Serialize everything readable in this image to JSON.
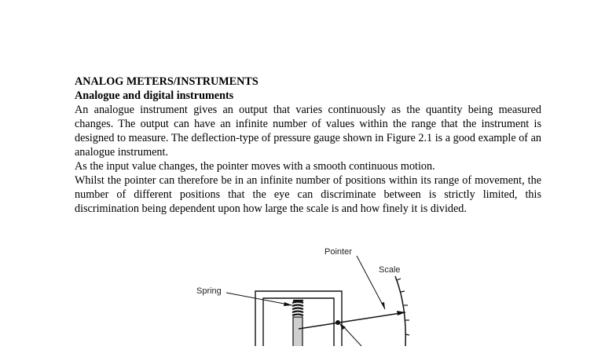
{
  "document": {
    "heading": "ANALOG METERS/INSTRUMENTS",
    "subheading": "Analogue and digital instruments",
    "paragraphs": [
      "An analogue instrument gives an output that varies continuously as the quantity being measured changes. The output can have an infinite number of values within the range that the instrument is designed to measure. The deflection-type of pressure gauge shown in Figure 2.1 is a good example of an analogue instrument.",
      "As the input value changes, the pointer moves with a smooth continuous motion.",
      "Whilst the pointer can therefore be in an infinite number of positions within its range of movement, the number of different positions that the eye can discriminate between is strictly limited, this discrimination being dependent upon how large the scale is and how finely it is divided."
    ]
  },
  "figure": {
    "labels": {
      "pointer": "Pointer",
      "scale": "Scale",
      "spring": "Spring"
    },
    "colors": {
      "line": "#111111",
      "piston_fill": "#cfcfcf"
    }
  }
}
